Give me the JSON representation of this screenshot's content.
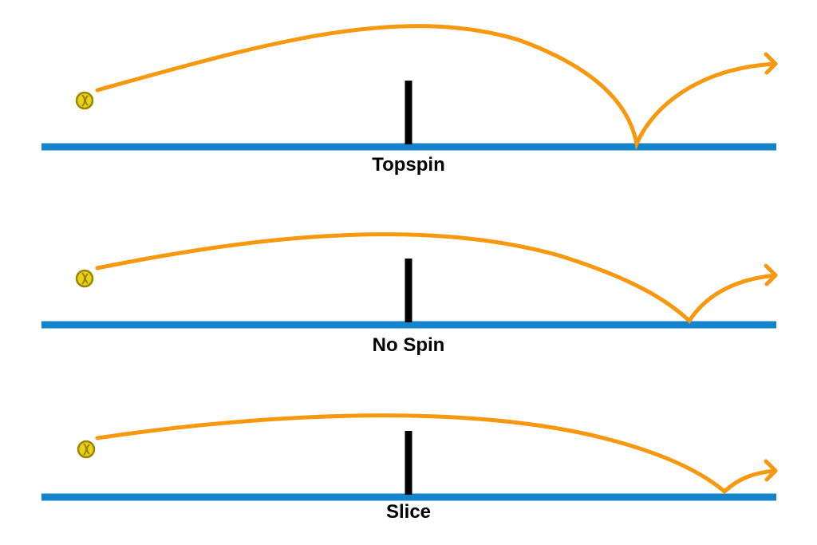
{
  "colors": {
    "court": "#1584CC",
    "net": "#000000",
    "trajectory": "#F7980F",
    "ball_fill": "#E8D11A",
    "ball_stroke": "#9A8600",
    "label": "#000000"
  },
  "icons": {
    "ball": "tennis-ball-icon",
    "arrow": "arrowhead-icon"
  },
  "panels": [
    {
      "label": "Topspin"
    },
    {
      "label": "No Spin"
    },
    {
      "label": "Slice"
    }
  ]
}
